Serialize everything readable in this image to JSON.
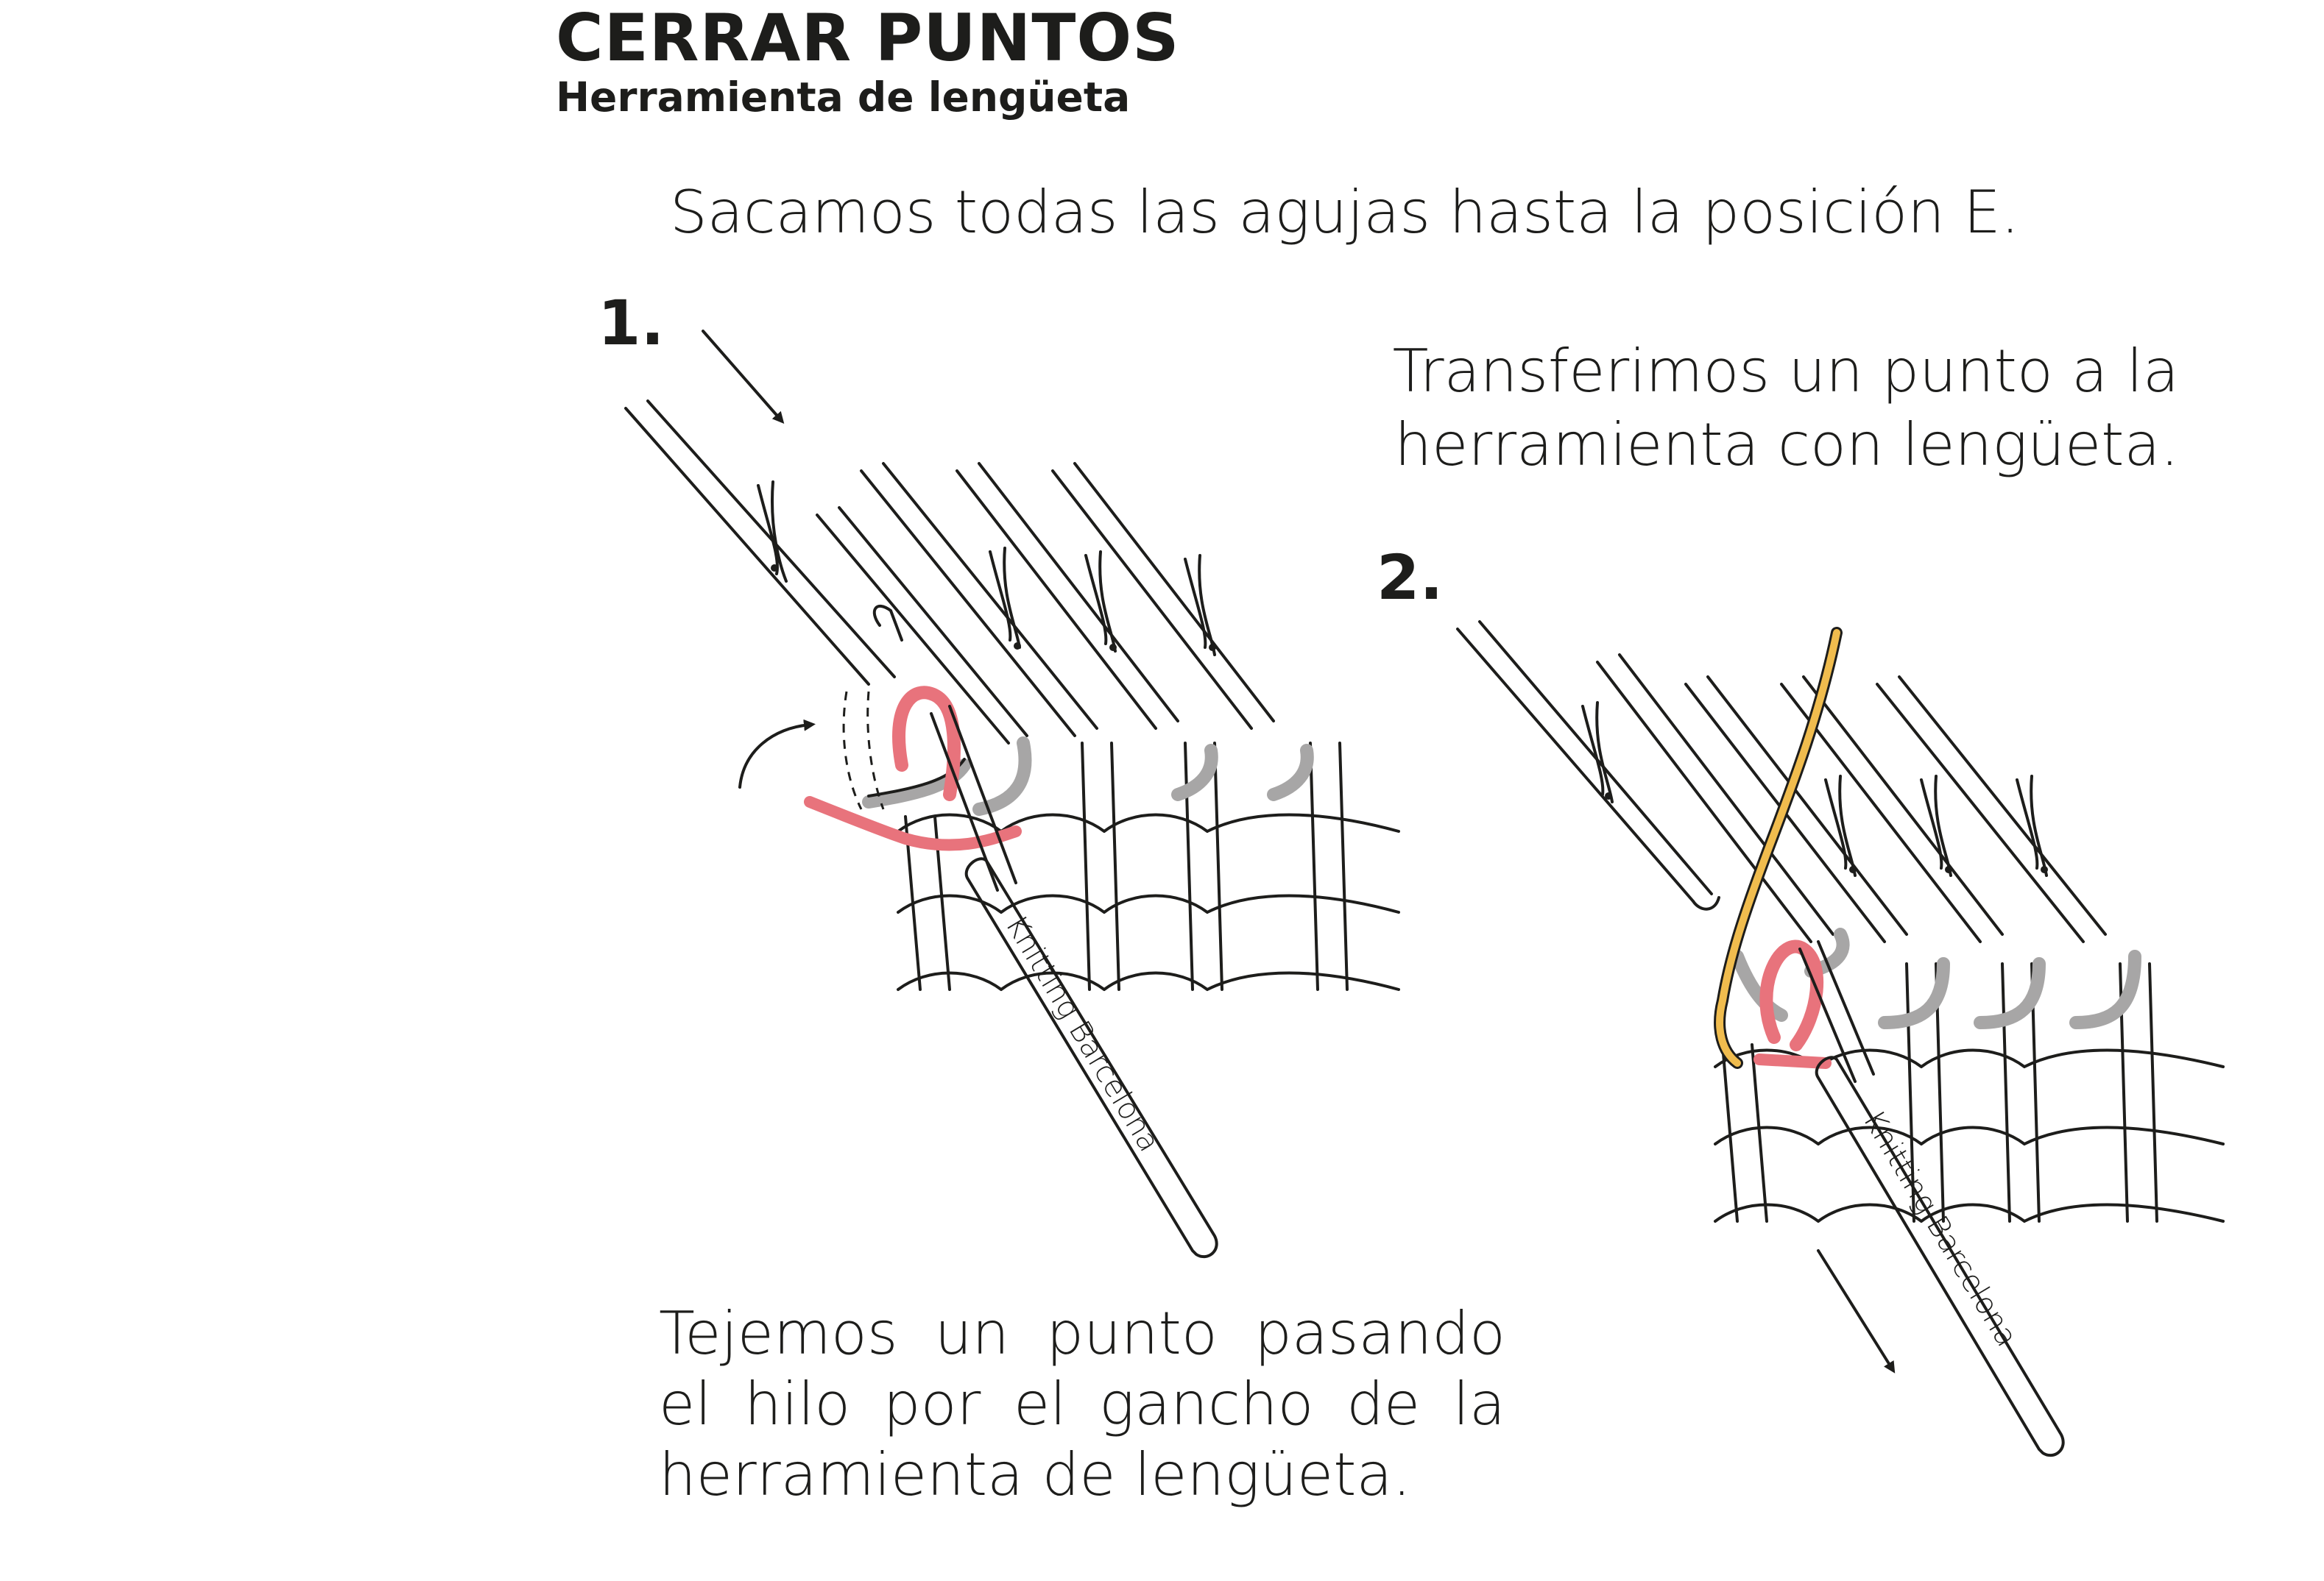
{
  "header": {
    "title": "CERRAR PUNTOS",
    "subtitle": "Herramienta de lengüeta"
  },
  "intro": "Sacamos todas las agujas hasta la posición E.",
  "steps": [
    {
      "number": "1.",
      "text": "Tejemos un punto pasando el hilo por el gancho de la herramienta de lengüeta.",
      "tool_label": "Knitting Barcelona"
    },
    {
      "number": "2.",
      "text_lines": [
        "Transferimos un punto a la",
        "herramienta con lengüeta."
      ],
      "tool_label": "Knitting Barcelona"
    }
  ],
  "colors": {
    "ink": "#1d1d1b",
    "yarn_pink": "#e8737c",
    "yarn_yellow": "#f0bc4e",
    "stitch_gray": "#a7a6a6"
  }
}
